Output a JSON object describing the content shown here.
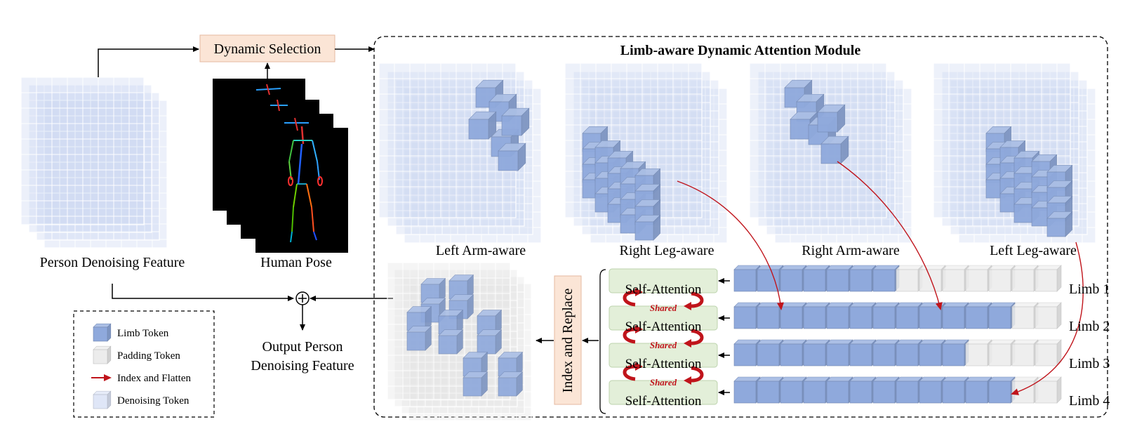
{
  "inputs": {
    "dynamic_selection": "Dynamic Selection",
    "person_feature": "Person Denoising Feature",
    "human_pose": "Human Pose"
  },
  "module": {
    "title": "Limb-aware Dynamic Attention Module",
    "limb_cubes": [
      {
        "label": "Left Arm-aware"
      },
      {
        "label": "Right Leg-aware"
      },
      {
        "label": "Right Arm-aware"
      },
      {
        "label": "Left Leg-aware"
      }
    ],
    "index_replace": "Index and Replace",
    "attention_label": "Self-Attention",
    "shared_label": "Shared",
    "rows": [
      {
        "label": "Limb 1",
        "limb_tokens": 7
      },
      {
        "label": "Limb 2",
        "limb_tokens": 12
      },
      {
        "label": "Limb 3",
        "limb_tokens": 10
      },
      {
        "label": "Limb 4",
        "limb_tokens": 12
      }
    ]
  },
  "output": {
    "line1": "Output Person",
    "line2": "Denoising Feature"
  },
  "legend": [
    {
      "label": "Limb Token",
      "icon": "limb-token-cube"
    },
    {
      "label": "Padding Token",
      "icon": "padding-token-cube"
    },
    {
      "label": "Index and Flatten",
      "icon": "red-arrow"
    },
    {
      "label": "Denoising Token",
      "icon": "denoising-token-cube"
    }
  ],
  "colors": {
    "limb_token": "#8fa9dc",
    "padding_token": "#ececec",
    "denoising_token": "#dfe6f7",
    "index_flatten_arrow": "#c0141b",
    "attention_box": "#e3efd9",
    "dynamic_box": "#fbe5d6"
  }
}
